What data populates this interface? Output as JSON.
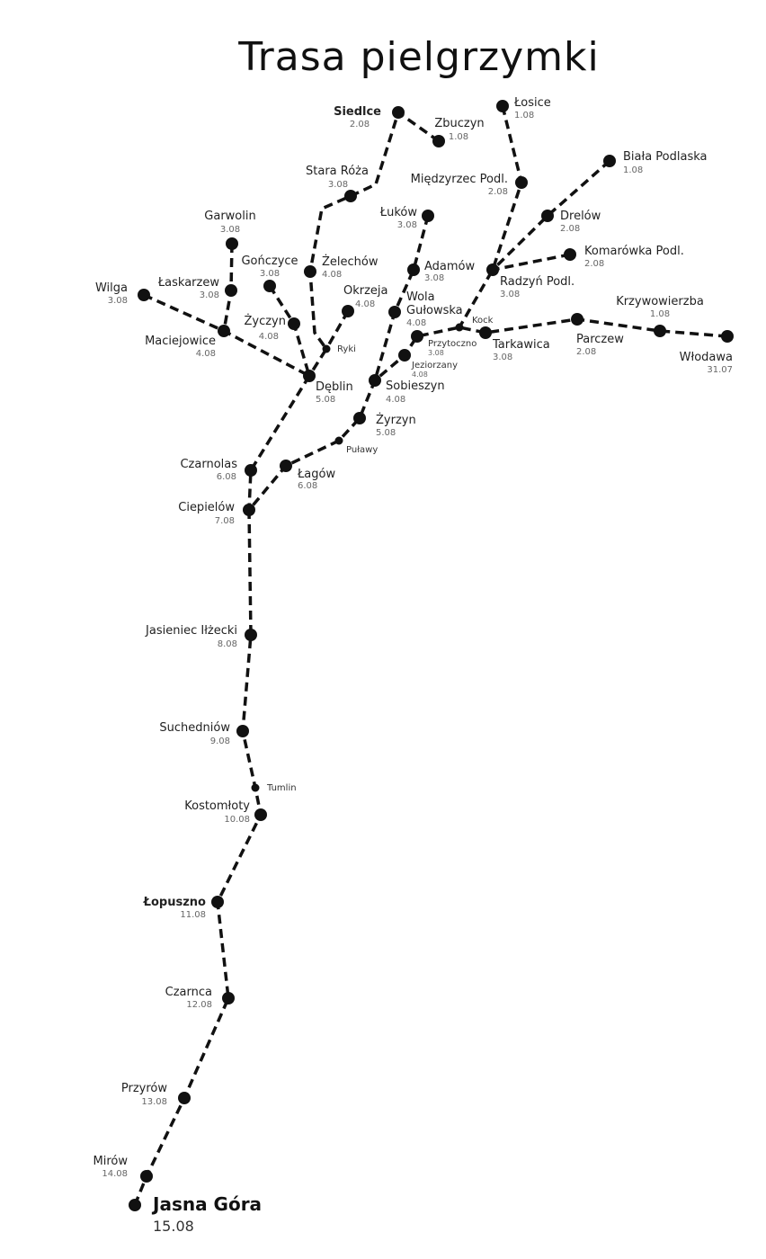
{
  "title": "Trasa pielgrzymki",
  "colors": {
    "line": "#111111",
    "date": "#666666"
  },
  "stations": [
    {
      "id": "siedlce",
      "name": "Siedlce",
      "date": "2.08"
    },
    {
      "id": "zbuczyn",
      "name": "Zbuczyn",
      "date": "1.08"
    },
    {
      "id": "stara_roza",
      "name": "Stara Róża",
      "date": "3.08"
    },
    {
      "id": "losice",
      "name": "Łosice",
      "date": "1.08"
    },
    {
      "id": "miedzyrzec",
      "name": "Międzyrzec Podl.",
      "date": "2.08"
    },
    {
      "id": "biala",
      "name": "Biała Podlaska",
      "date": "1.08"
    },
    {
      "id": "drelow",
      "name": "Drelów",
      "date": "2.08"
    },
    {
      "id": "komarowka",
      "name": "Komarówka Podl.",
      "date": "2.08"
    },
    {
      "id": "radzyn",
      "name": "Radzyń Podl.",
      "date": "3.08"
    },
    {
      "id": "lukow",
      "name": "Łuków",
      "date": "3.08"
    },
    {
      "id": "adamow",
      "name": "Adamów",
      "date": "3.08"
    },
    {
      "id": "wola",
      "name": "Wola Gułowska",
      "date": "4.08"
    },
    {
      "id": "kock",
      "name": "Kock",
      "date": null
    },
    {
      "id": "przytoczno",
      "name": "Przytoczno",
      "date": "3.08"
    },
    {
      "id": "jeziorzany",
      "name": "Jeziorzany",
      "date": "4.08"
    },
    {
      "id": "tarkawica",
      "name": "Tarkawica",
      "date": "3.08"
    },
    {
      "id": "parczew",
      "name": "Parczew",
      "date": "2.08"
    },
    {
      "id": "krzywo",
      "name": "Krzywowierzba",
      "date": "1.08"
    },
    {
      "id": "wlodawa",
      "name": "Włodawa",
      "date": "31.07"
    },
    {
      "id": "sobieszyn",
      "name": "Sobieszyn",
      "date": "4.08"
    },
    {
      "id": "zyrzyn",
      "name": "Żyrzyn",
      "date": "5.08"
    },
    {
      "id": "pulawy",
      "name": "Puławy",
      "date": null
    },
    {
      "id": "lagow",
      "name": "Łagów",
      "date": "6.08"
    },
    {
      "id": "czarnolas",
      "name": "Czarnolas",
      "date": "6.08"
    },
    {
      "id": "ciepielow",
      "name": "Ciepielów",
      "date": "7.08"
    },
    {
      "id": "deblin",
      "name": "Dęblin",
      "date": "5.08"
    },
    {
      "id": "ryki",
      "name": "Ryki",
      "date": null
    },
    {
      "id": "okrzeja",
      "name": "Okrzeja",
      "date": "4.08"
    },
    {
      "id": "zelechow",
      "name": "Żelechów",
      "date": "4.08"
    },
    {
      "id": "zyczyn",
      "name": "Życzyn",
      "date": "4.08"
    },
    {
      "id": "gonczyce",
      "name": "Gończyce",
      "date": "3.08"
    },
    {
      "id": "garwolin",
      "name": "Garwolin",
      "date": "3.08"
    },
    {
      "id": "laskarzew",
      "name": "Łaskarzew",
      "date": "3.08"
    },
    {
      "id": "wilga",
      "name": "Wilga",
      "date": "3.08"
    },
    {
      "id": "maciejowice",
      "name": "Maciejowice",
      "date": "4.08"
    },
    {
      "id": "jasieniec",
      "name": "Jasieniec Iłżecki",
      "date": "8.08"
    },
    {
      "id": "suchedniow",
      "name": "Suchedniów",
      "date": "9.08"
    },
    {
      "id": "tumlin",
      "name": "Tumlin",
      "date": null
    },
    {
      "id": "kostomloty",
      "name": "Kostomłoty",
      "date": "10.08"
    },
    {
      "id": "lopuszno",
      "name": "Łopuszno",
      "date": "11.08"
    },
    {
      "id": "czarnca",
      "name": "Czarnca",
      "date": "12.08"
    },
    {
      "id": "przyrow",
      "name": "Przyrów",
      "date": "13.08"
    },
    {
      "id": "mirow",
      "name": "Mirów",
      "date": "14.08"
    },
    {
      "id": "jasna",
      "name": "Jasna Góra",
      "date": "15.08"
    }
  ],
  "routes": [
    [
      "zbuczyn",
      "siedlce",
      "stara_roza",
      "zelechow",
      "ryki",
      "deblin"
    ],
    [
      "okrzeja",
      "ryki"
    ],
    [
      "gonczyce",
      "zyczyn",
      "deblin"
    ],
    [
      "garwolin",
      "laskarzew",
      "maciejowice"
    ],
    [
      "wilga",
      "maciejowice",
      "deblin"
    ],
    [
      "deblin",
      "czarnolas",
      "ciepielow"
    ],
    [
      "losice",
      "miedzyrzec",
      "radzyn",
      "kock"
    ],
    [
      "biala",
      "drelow",
      "radzyn"
    ],
    [
      "komarowka",
      "radzyn"
    ],
    [
      "wlodawa",
      "krzywo",
      "parczew",
      "tarkawica",
      "kock",
      "przytoczno",
      "jeziorzany",
      "sobieszyn"
    ],
    [
      "lukow",
      "adamow",
      "wola",
      "sobieszyn",
      "zyrzyn",
      "pulawy",
      "lagow",
      "ciepielow"
    ],
    [
      "ciepielow",
      "jasieniec",
      "suchedniow",
      "tumlin",
      "kostomloty",
      "lopuszno",
      "czarnca",
      "przyrow",
      "mirow",
      "jasna"
    ]
  ]
}
